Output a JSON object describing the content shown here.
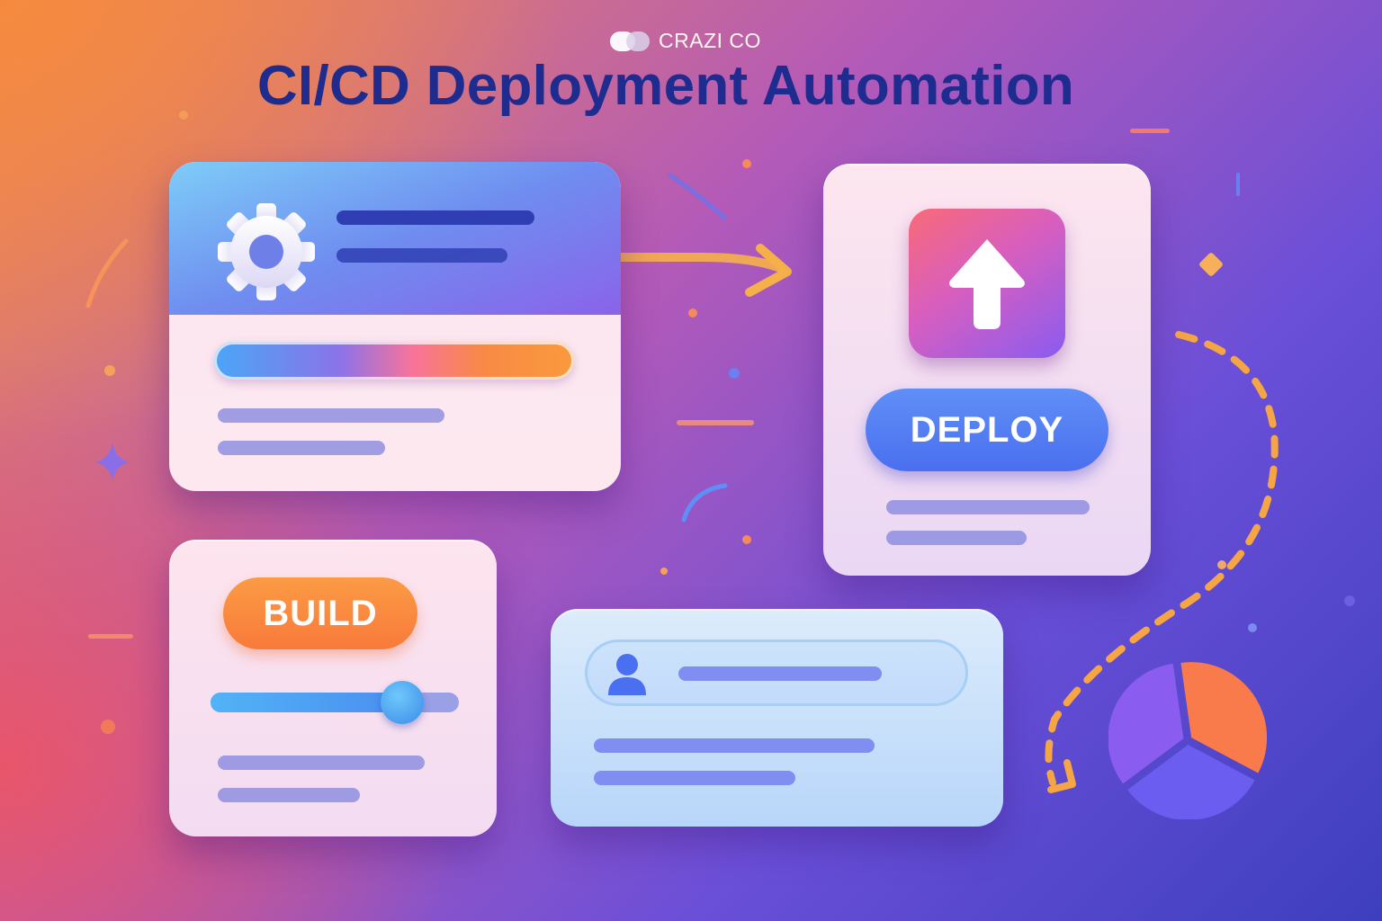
{
  "brand": {
    "name": "CRAZI CO"
  },
  "page_title": "CI/CD Deployment Automation",
  "deploy_card": {
    "button_label": "DEPLOY"
  },
  "build_card": {
    "button_label": "BUILD",
    "slider_level": 0.77
  },
  "pie_chart": {
    "slices": [
      0.35,
      0.32,
      0.33
    ],
    "colors": [
      "#f97a4a",
      "#6a5df0",
      "#8a5cf0"
    ]
  },
  "colors": {
    "title": "#1e2b8f",
    "accent_orange": "#f99a3c",
    "accent_blue": "#4a6ff0",
    "accent_purple": "#8a5cf0"
  },
  "icons": {
    "settings": "gear-icon",
    "deploy": "upload-arrow-icon",
    "profile": "user-icon"
  }
}
